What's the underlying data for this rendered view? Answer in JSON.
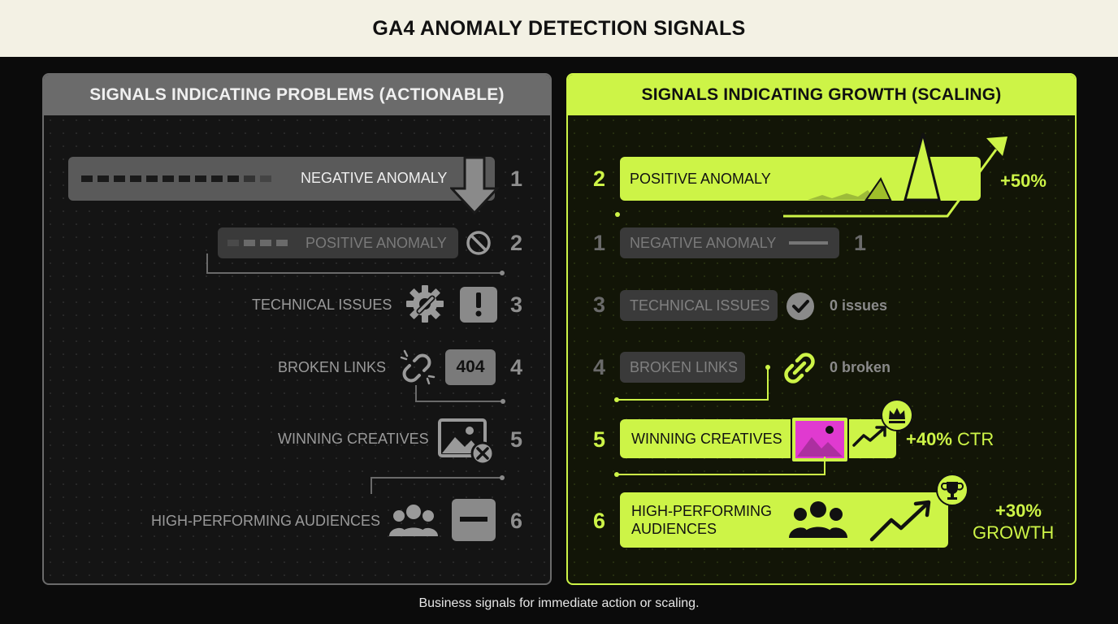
{
  "title": "GA4 ANOMALY DETECTION SIGNALS",
  "left_panel": {
    "header": "SIGNALS INDICATING PROBLEMS (ACTIONABLE)",
    "rows": [
      {
        "number": "1",
        "label": "NEGATIVE ANOMALY"
      },
      {
        "number": "2",
        "label": "POSITIVE ANOMALY"
      },
      {
        "number": "3",
        "label": "TECHNICAL ISSUES"
      },
      {
        "number": "4",
        "label": "BROKEN LINKS",
        "badge": "404"
      },
      {
        "number": "5",
        "label": "WINNING CREATIVES"
      },
      {
        "number": "6",
        "label": "HIGH-PERFORMING AUDIENCES"
      }
    ]
  },
  "right_panel": {
    "header": "SIGNALS INDICATING GROWTH (SCALING)",
    "rows": [
      {
        "number": "2",
        "label": "POSITIVE ANOMALY",
        "stat": "+50%"
      },
      {
        "number": "1",
        "label": "NEGATIVE ANOMALY",
        "stat": "1"
      },
      {
        "number": "3",
        "label": "TECHNICAL ISSUES",
        "stat": "0 issues"
      },
      {
        "number": "4",
        "label": "BROKEN LINKS",
        "stat": "0 broken"
      },
      {
        "number": "5",
        "label": "WINNING CREATIVES",
        "stat": "+40%",
        "stat_suffix": "CTR"
      },
      {
        "number": "6",
        "label_line1": "HIGH-PERFORMING",
        "label_line2": "AUDIENCES",
        "stat": "+30%",
        "stat_suffix": "GROWTH"
      }
    ]
  },
  "footer": "Business signals for immediate action or scaling.",
  "colors": {
    "accent": "#cdf447",
    "problem_grey": "#6b6b6b",
    "magenta": "#e03ad0",
    "background": "#0b0b0b",
    "title_bg": "#f3f1e4"
  },
  "icons": [
    "down-arrow-icon",
    "no-entry-icon",
    "gear-wrench-icon",
    "exclamation-icon",
    "broken-link-icon",
    "image-x-icon",
    "people-icon",
    "minus-icon",
    "up-arrow-icon",
    "check-icon",
    "link-icon",
    "image-icon",
    "trend-up-icon",
    "crown-icon",
    "trophy-icon"
  ]
}
